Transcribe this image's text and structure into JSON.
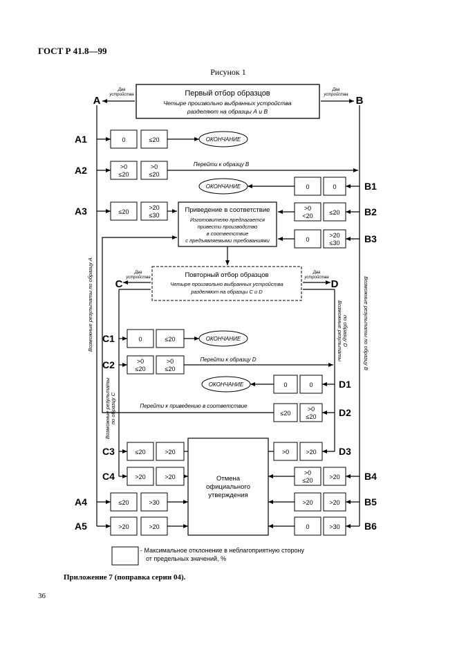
{
  "header": {
    "doc_code": "ГОСТ Р 41.8—99"
  },
  "figure_title": "Рисунок 1",
  "first_sampling": {
    "title": "Первый отбор образцов",
    "line1": "Четыре произвольно выбранных устройства",
    "line2": "разделяют на образцы А и В"
  },
  "two_devices": {
    "line1": "Два",
    "line2": "устройства"
  },
  "repeat_sampling": {
    "title": "Повторный отбор образцов",
    "line1": "Четыре произвольно выбранных устройства",
    "line2": "разделяют на образцы С и D"
  },
  "conformity": {
    "title": "Приведение в соответствие",
    "line1": "Изготовителю предлагается",
    "line2": "привести производство",
    "line3": "в соответствие",
    "line4": "с предъявляемыми требованиями"
  },
  "cancel": {
    "line1": "Отмена",
    "line2": "официального",
    "line3": "утверждения"
  },
  "end_label": "ОКОНЧАНИЕ",
  "goto_b": "Перейти к образцу В",
  "goto_d": "Перейти к образцу D",
  "goto_conformity": "Перейти к приведению в соответствие",
  "letters": {
    "A": "A",
    "B": "B",
    "C": "C",
    "D": "D"
  },
  "side_labels": {
    "A": "Возможные результаты по образцу А",
    "B": "Возможные результаты по образцу В",
    "C1": "Возможные результаты",
    "C2": "по образцу С",
    "D1": "Возможные результаты",
    "D2": "по образцу D"
  },
  "rows": {
    "A1": {
      "label": "A1",
      "v1": "0",
      "v2": "≤20"
    },
    "A2": {
      "label": "A2",
      "v1a": ">0",
      "v1b": "≤20",
      "v2a": ">0",
      "v2b": "≤20"
    },
    "A3": {
      "label": "A3",
      "v1": "≤20",
      "v2a": ">20",
      "v2b": "≤30"
    },
    "A4": {
      "label": "A4",
      "v1": "≤20",
      "v2": ">30"
    },
    "A5": {
      "label": "A5",
      "v1": ">20",
      "v2": ">20"
    },
    "B1": {
      "label": "B1",
      "v1": "0",
      "v2": "0"
    },
    "B2": {
      "label": "B2",
      "v1a": ">0",
      "v1b": "<20",
      "v2": "≤20"
    },
    "B3": {
      "label": "B3",
      "v1": "0",
      "v2a": ">20",
      "v2b": "≤30"
    },
    "B4": {
      "label": "B4",
      "v1a": ">0",
      "v1b": "≤20",
      "v2": ">20"
    },
    "B5": {
      "label": "B5",
      "v1": ">20",
      "v2": ">20"
    },
    "B6": {
      "label": "B6",
      "v1": "0",
      "v2": ">30"
    },
    "C1": {
      "label": "C1",
      "v1": "0",
      "v2": "≤20"
    },
    "C2": {
      "label": "C2",
      "v1a": ">0",
      "v1b": "≤20",
      "v2a": ">0",
      "v2b": "≤20"
    },
    "C3": {
      "label": "C3",
      "v1": "≤20",
      "v2": ">20"
    },
    "C4": {
      "label": "C4",
      "v1": ">20",
      "v2": ">20"
    },
    "D1": {
      "label": "D1",
      "v1": "0",
      "v2": "0"
    },
    "D2": {
      "label": "D2",
      "v1": "≤20",
      "v2a": ">0",
      "v2b": "≤20"
    },
    "D3": {
      "label": "D3",
      "v1": ">0",
      "v2": ">20"
    }
  },
  "legend": {
    "line1": "- Максимальное отклонение в неблагоприятную сторону",
    "line2": "от предельных значений, %"
  },
  "footer": {
    "note": "Приложение 7 (поправка серии 04).",
    "page_number": "36"
  }
}
